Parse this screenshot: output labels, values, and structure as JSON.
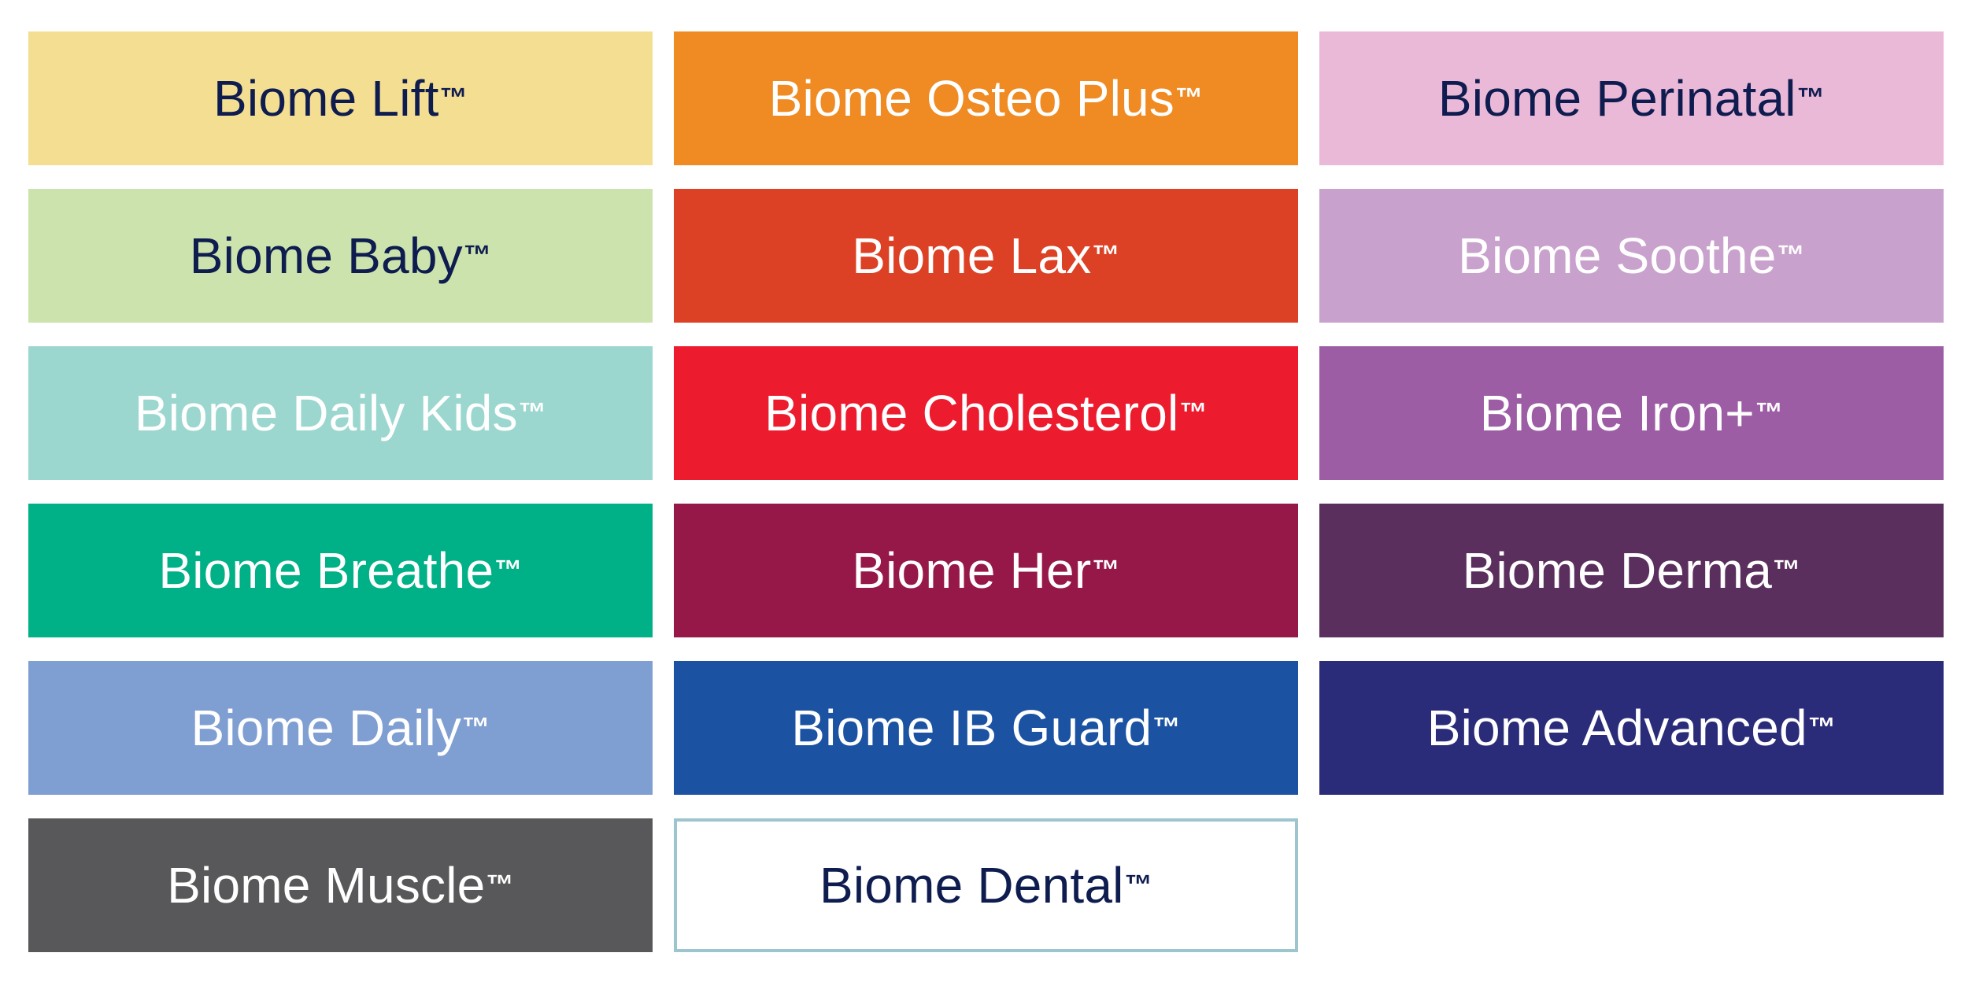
{
  "tiles": [
    {
      "label": "Biome Lift",
      "mark": "™",
      "bg": "#f4de91",
      "fg": "#0e1c4f"
    },
    {
      "label": "Biome Osteo Plus",
      "mark": "™",
      "bg": "#ef8b22",
      "fg": "#ffffff"
    },
    {
      "label": "Biome Perinatal",
      "mark": "™",
      "bg": "#ebb9d8",
      "fg": "#0e1c4f"
    },
    {
      "label": "Biome Baby",
      "mark": "™",
      "bg": "#cce3ad",
      "fg": "#0e1c4f"
    },
    {
      "label": "Biome Lax",
      "mark": "™",
      "bg": "#dc4125",
      "fg": "#ffffff"
    },
    {
      "label": "Biome Soothe",
      "mark": "™",
      "bg": "#c9a1cd",
      "fg": "#ffffff"
    },
    {
      "label": "Biome Daily Kids",
      "mark": "™",
      "bg": "#9bd7cf",
      "fg": "#ffffff"
    },
    {
      "label": "Biome Cholesterol",
      "mark": "™",
      "bg": "#ec1b2e",
      "fg": "#ffffff"
    },
    {
      "label": "Biome Iron+",
      "mark": "™",
      "bg": "#9c5da5",
      "fg": "#ffffff"
    },
    {
      "label": "Biome Breathe",
      "mark": "™",
      "bg": "#00b086",
      "fg": "#ffffff"
    },
    {
      "label": "Biome Her",
      "mark": "™",
      "bg": "#961849",
      "fg": "#ffffff"
    },
    {
      "label": "Biome Derma",
      "mark": "™",
      "bg": "#5a2f5d",
      "fg": "#ffffff"
    },
    {
      "label": "Biome Daily",
      "mark": "™",
      "bg": "#7f9ed1",
      "fg": "#ffffff"
    },
    {
      "label": "Biome IB Guard",
      "mark": "™",
      "bg": "#1b52a1",
      "fg": "#ffffff"
    },
    {
      "label": "Biome Advanced",
      "mark": "™",
      "bg": "#2a2c7a",
      "fg": "#ffffff"
    },
    {
      "label": "Biome Muscle",
      "mark": "™",
      "bg": "#58585a",
      "fg": "#ffffff"
    },
    {
      "label": "Biome Dental",
      "mark": "™",
      "bg": "#ffffff",
      "fg": "#0e1c4f",
      "outline": "#9cc5cd"
    }
  ]
}
